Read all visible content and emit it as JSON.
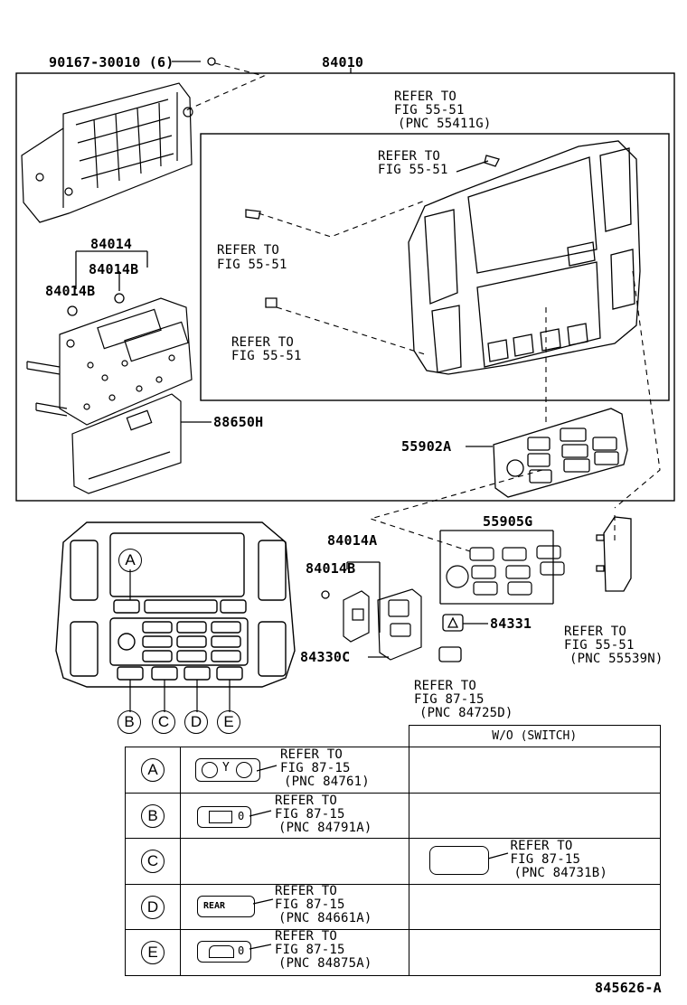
{
  "labels": {
    "fastener": "90167-30010 (6)",
    "assy": "84010",
    "ref_top_1": "REFER TO",
    "ref_top_2": "FIG 55-51",
    "ref_top_3": "(PNC 55411G)",
    "ref_mid_1": "REFER TO",
    "ref_mid_2": "FIG 55-51",
    "ref_left_a_1": "REFER TO",
    "ref_left_a_2": "FIG 55-51",
    "ref_left_b_1": "REFER TO",
    "ref_left_b_2": "FIG 55-51",
    "p84014": "84014",
    "p84014b_a": "84014B",
    "p84014b_b": "84014B",
    "p88650h": "88650H",
    "p55902a": "55902A",
    "p55905g": "55905G",
    "p84014a": "84014A",
    "p84014b_c": "84014B",
    "p84331": "84331",
    "p84330c": "84330C",
    "ref_br_1": "REFER TO",
    "ref_br_2": "FIG 87-15",
    "ref_br_3": "(PNC 84725D)",
    "ref_right_1": "REFER TO",
    "ref_right_2": "FIG 55-51",
    "ref_right_3": "(PNC 55539N)",
    "callout_a": "A",
    "callout_b": "B",
    "callout_c": "C",
    "callout_d": "D",
    "callout_e": "E",
    "diagram_code": "845626-A"
  },
  "table": {
    "header": "W/O (SWITCH)",
    "rows": [
      {
        "key": "A",
        "line1": "REFER TO",
        "line2": "FIG 87-15",
        "line3": "(PNC 84761)",
        "icon": "seat-heater-switch-icon"
      },
      {
        "key": "B",
        "line1": "REFER TO",
        "line2": "FIG 87-15",
        "line3": "(PNC 84791A)",
        "icon": "rear-defogger-switch-icon"
      },
      {
        "key": "C",
        "line1": "REFER TO",
        "line2": "FIG 87-15",
        "line3": "(PNC 84731B)",
        "icon": "blank-switch-icon"
      },
      {
        "key": "D",
        "line1": "REFER TO",
        "line2": "FIG 87-15",
        "line3": "(PNC 84661A)",
        "icon": "rear-switch-icon",
        "icon_text": "REAR"
      },
      {
        "key": "E",
        "line1": "REFER TO",
        "line2": "FIG 87-15",
        "line3": "(PNC 84875A)",
        "icon": "defroster-switch-icon"
      }
    ]
  }
}
